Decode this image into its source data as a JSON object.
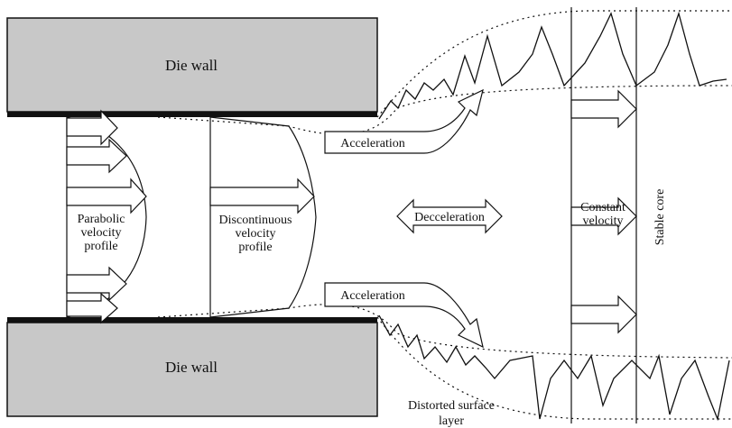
{
  "labels": {
    "die_wall_top": "Die wall",
    "die_wall_bottom": "Die wall",
    "parabolic": [
      "Parabolic",
      "velocity",
      "profile"
    ],
    "discontinuous": [
      "Discontinuous",
      "velocity",
      "profile"
    ],
    "acceleration_top": "Acceleration",
    "acceleration_bottom": "Acceleration",
    "deceleration": "Decceleration",
    "constant": [
      "Constant",
      "velocity"
    ],
    "stable_core": "Stable core",
    "distorted": [
      "Distorted surface",
      "layer"
    ]
  },
  "colors": {
    "die_fill": "#c8c8c8",
    "stroke": "#111111",
    "background": "#ffffff"
  }
}
